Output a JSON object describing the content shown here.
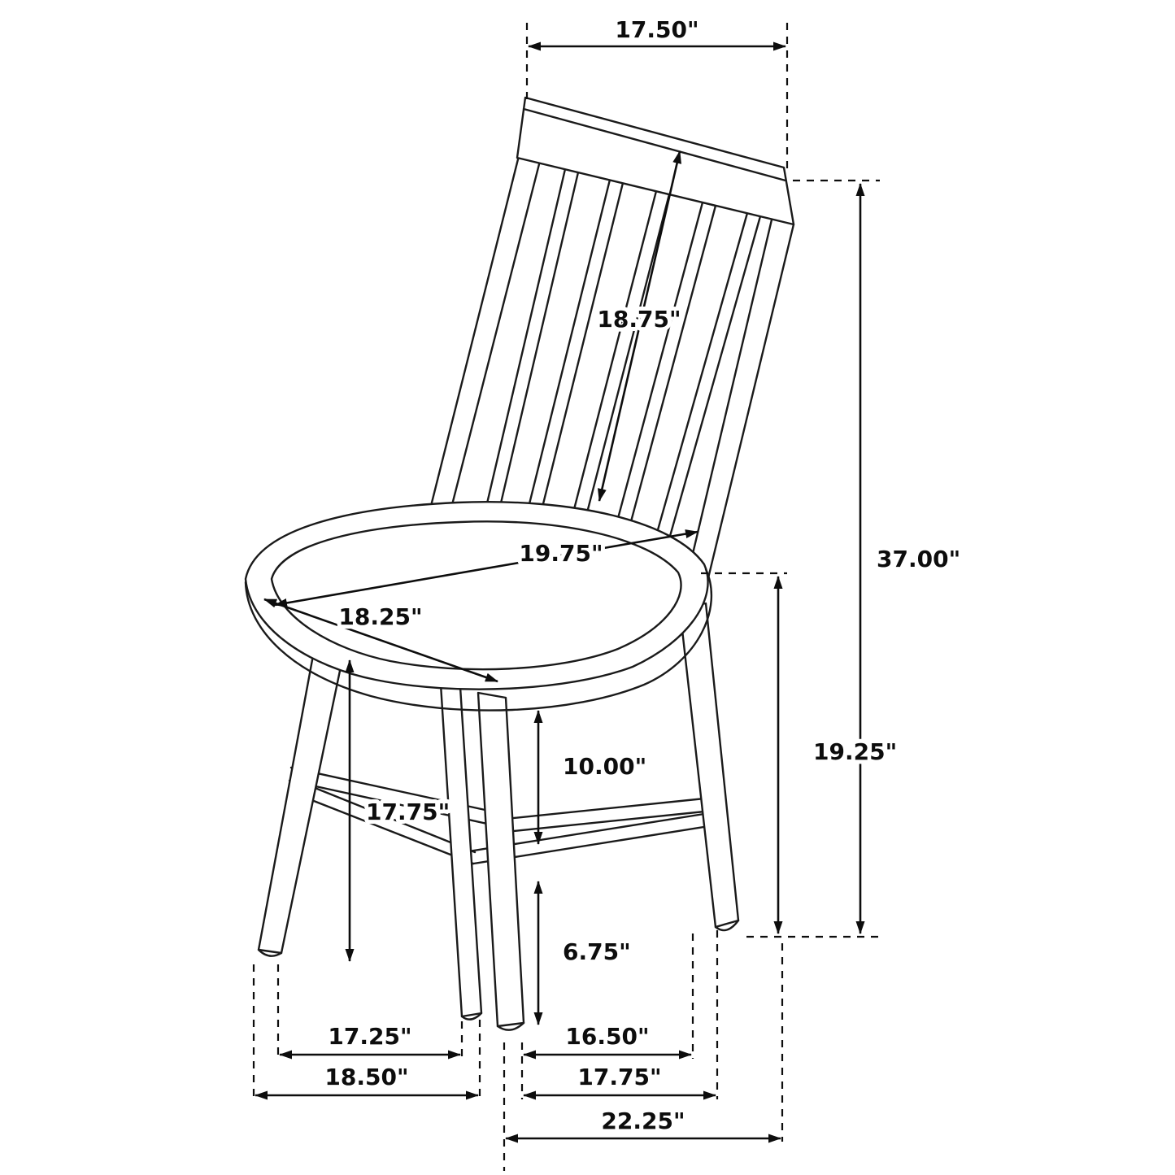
{
  "colors": {
    "line": "#1a1a1a",
    "background": "#ffffff",
    "label": "#0d0d0d"
  },
  "diagram": {
    "units": "inches",
    "dimensions": {
      "top_width": "17.50\"",
      "backrest_length": "18.75\"",
      "overall_height": "37.00\"",
      "seat_depth_diagonal": "19.75\"",
      "seat_width": "18.25\"",
      "floor_to_seat_back": "19.25\"",
      "seat_to_stretcher": "10.00\"",
      "floor_to_seat_front": "17.75\"",
      "stretcher_to_floor": "6.75\"",
      "front_legs_inner_width": "17.25\"",
      "side_legs_inner_depth": "16.50\"",
      "front_legs_outer_width": "18.50\"",
      "side_legs_outer_depth": "17.75\"",
      "overall_depth": "22.25\""
    }
  }
}
